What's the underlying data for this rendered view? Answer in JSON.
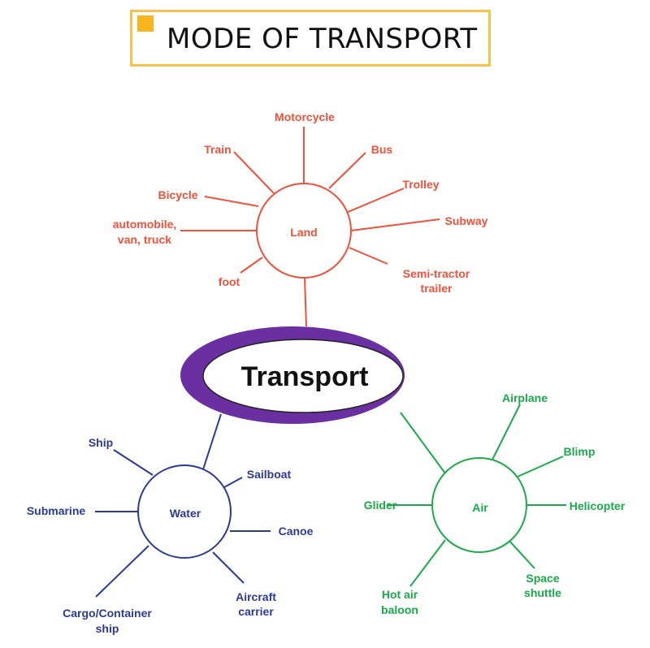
{
  "title": "MODE OF TRANSPORT",
  "center": "Transport",
  "colors": {
    "land": "#f0513b",
    "water": "#2a3a96",
    "air": "#1aaa4a",
    "center_ring": "#6a2fa0",
    "title_border": "#f5c24a",
    "title_square": "#f9b51d"
  },
  "land": {
    "label": "Land",
    "items": {
      "motorcycle": "Motorcycle",
      "train": "Train",
      "bus": "Bus",
      "trolley": "Trolley",
      "bicycle": "Bicycle",
      "subway": "Subway",
      "automobile_line1": "automobile,",
      "automobile_line2": "van, truck",
      "foot": "foot",
      "semi_line1": "Semi-tractor",
      "semi_line2": "trailer"
    }
  },
  "water": {
    "label": "Water",
    "items": {
      "ship": "Ship",
      "sailboat": "Sailboat",
      "submarine": "Submarine",
      "canoe": "Canoe",
      "cargo_line1": "Cargo/Container",
      "cargo_line2": "ship",
      "aircraft_line1": "Aircraft",
      "aircraft_line2": "carrier"
    }
  },
  "air": {
    "label": "Air",
    "items": {
      "airplane": "Airplane",
      "blimp": "Blimp",
      "glider": "Glider",
      "helicopter": "Helicopter",
      "space_line1": "Space",
      "space_line2": "shuttle",
      "hotair_line1": "Hot air",
      "hotair_line2": "baloon"
    }
  }
}
